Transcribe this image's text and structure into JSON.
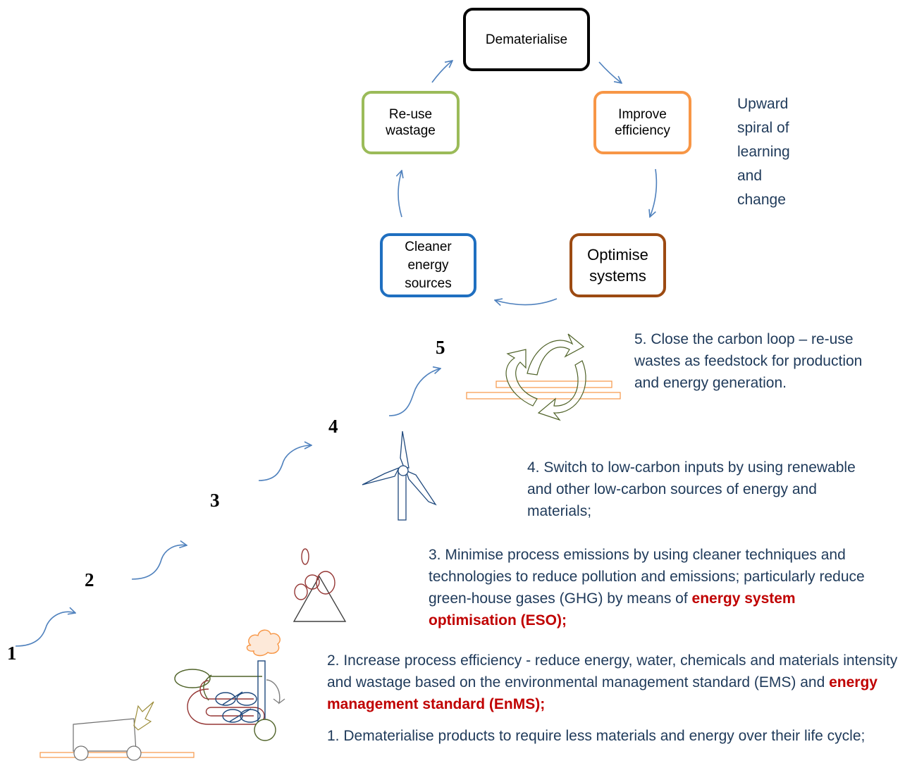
{
  "cycle": {
    "dematerialise": "Dematerialise",
    "improve_efficiency": "Improve\nefficiency",
    "optimise_systems": "Optimise\nsystems",
    "cleaner_energy": "Cleaner\nenergy\nsources",
    "reuse_wastage": "Re-use\nwastage",
    "side_note": "Upward\nspiral of\nlearning\nand\nchange"
  },
  "colors": {
    "dematerialise": "#000000",
    "improve_efficiency": "#f79646",
    "optimise_systems": "#9c4a12",
    "cleaner_energy": "#1f6fc0",
    "reuse_wastage": "#9bbb59",
    "arrows": "#4f81bd",
    "text": "#1f3a5a",
    "emphasis": "#c00000"
  },
  "steps": [
    {
      "number": "1",
      "text": "1. Dematerialise products to require less materials and energy over their life cycle;"
    },
    {
      "number": "2",
      "text": "2. Increase process efficiency - reduce energy, water, chemicals and materials intensity and wastage based on the environmental management standard (EMS) and ",
      "emphasis": "energy management standard (EnMS);"
    },
    {
      "number": "3",
      "text": "3. Minimise process emissions by using cleaner techniques and technologies to reduce pollution and emissions; particularly reduce green-house gases (GHG) by means of ",
      "emphasis": "energy system optimisation (ESO);"
    },
    {
      "number": "4",
      "text": "4. Switch to low-carbon inputs by using renewable and other low-carbon sources of energy and materials;"
    },
    {
      "number": "5",
      "text": "5. Close the carbon loop – re-use wastes as feedstock for production and energy generation."
    }
  ],
  "icons": {
    "step1": "truck-icon",
    "step2": "process-loops-icon",
    "step3": "volcano-emissions-icon",
    "step4": "wind-turbine-icon",
    "step5": "recycle-loop-icon"
  }
}
